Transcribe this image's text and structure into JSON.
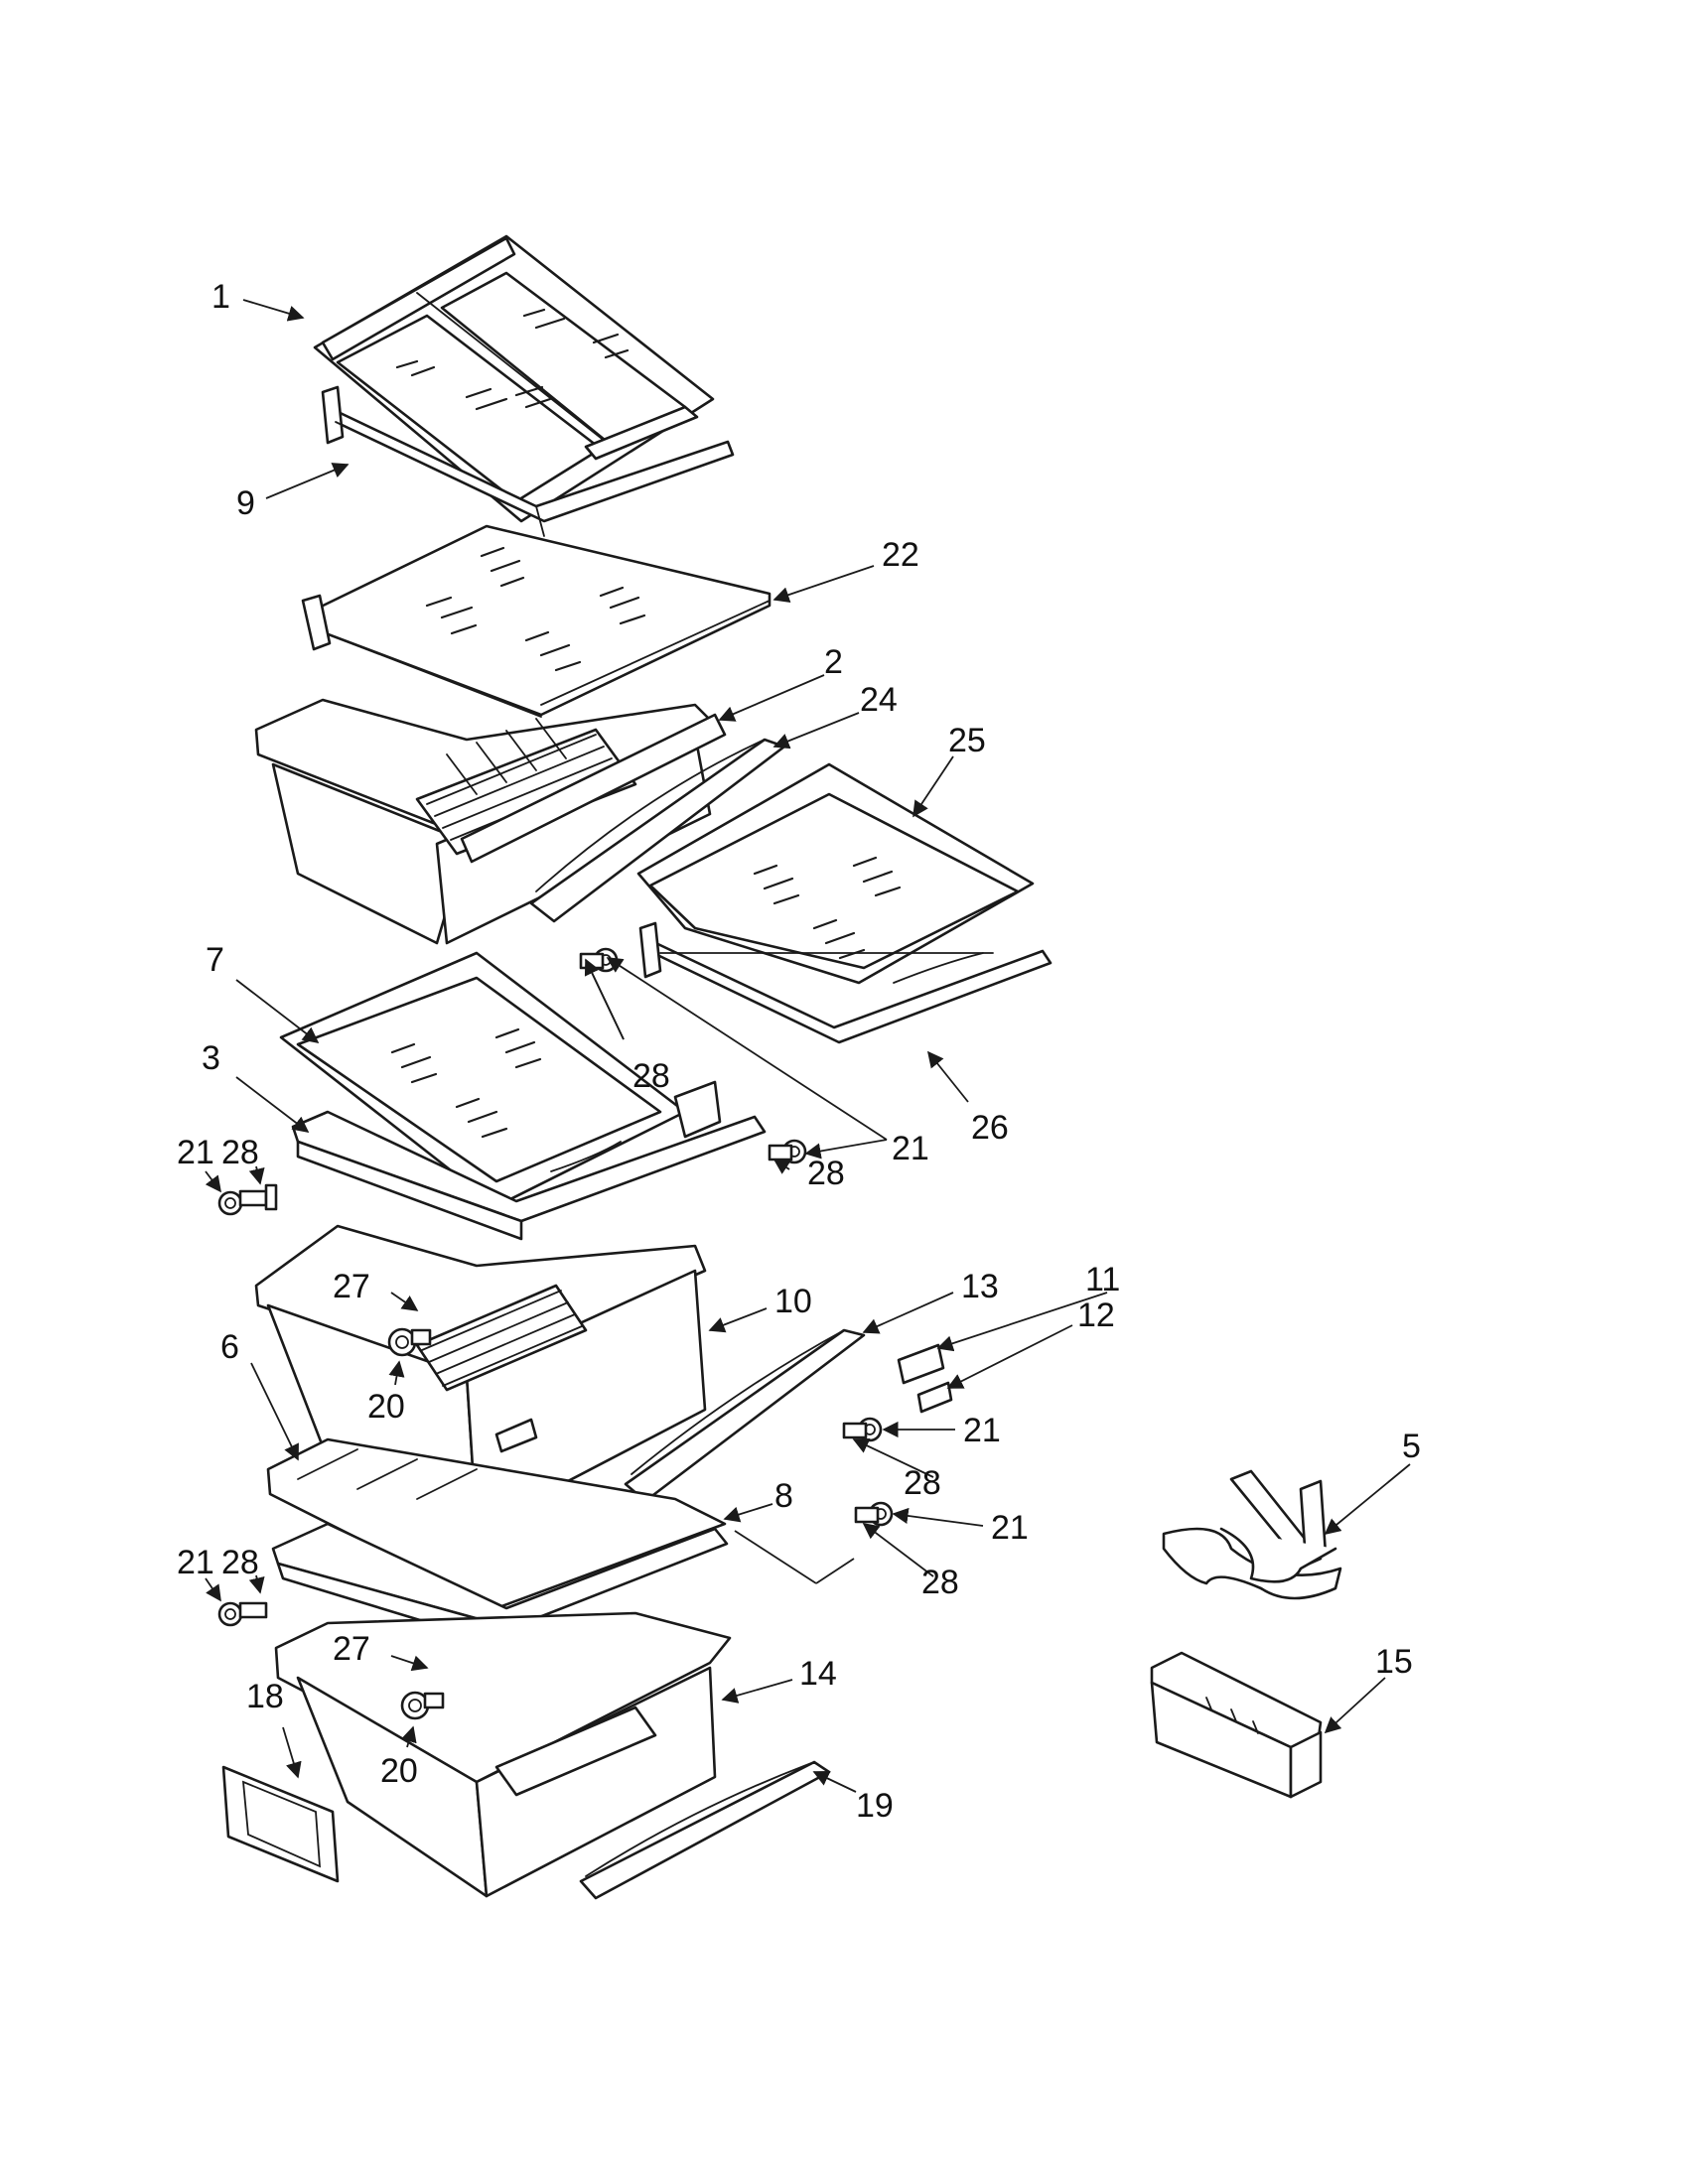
{
  "colors": {
    "line": "#1a1a1a",
    "background": "#ffffff",
    "text": "#111111"
  },
  "callouts": {
    "c1": "1",
    "c9": "9",
    "c22": "22",
    "c2": "2",
    "c24": "24",
    "c25": "25",
    "c26": "26",
    "c7": "7",
    "c3": "3",
    "c21a": "21",
    "c28a": "28",
    "c28b": "28",
    "c21b": "21",
    "c28c": "28",
    "c27a": "27",
    "c20a": "20",
    "c10": "10",
    "c13": "13",
    "c11": "11",
    "c12": "12",
    "c6": "6",
    "c21c": "21",
    "c28d": "28",
    "c8": "8",
    "c21d": "21",
    "c28e": "28",
    "c21e": "21",
    "c28f": "28",
    "c5": "5",
    "c27b": "27",
    "c20b": "20",
    "c14": "14",
    "c18": "18",
    "c19": "19",
    "c15": "15"
  }
}
